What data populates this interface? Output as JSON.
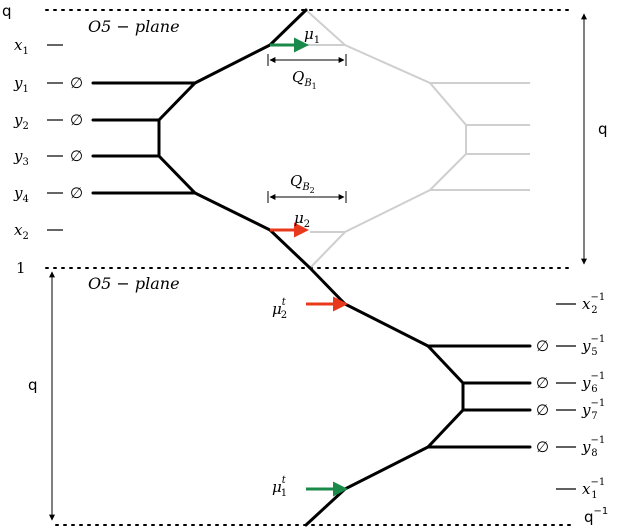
{
  "top_edge_label": "q",
  "bottom_edge_label": "q",
  "bottom_edge_sup": "−1",
  "middle_edge_label": "1",
  "plane_label_1": "O5 − plane",
  "plane_label_2": "O5 − plane",
  "left_labels": [
    {
      "var": "x",
      "sub": "1",
      "empty": ""
    },
    {
      "var": "y",
      "sub": "1",
      "empty": "∅"
    },
    {
      "var": "y",
      "sub": "2",
      "empty": "∅"
    },
    {
      "var": "y",
      "sub": "3",
      "empty": "∅"
    },
    {
      "var": "y",
      "sub": "4",
      "empty": "∅"
    },
    {
      "var": "x",
      "sub": "2",
      "empty": ""
    }
  ],
  "right_labels": [
    {
      "var": "x",
      "sub": "2",
      "sup": "−1",
      "empty": ""
    },
    {
      "var": "y",
      "sub": "5",
      "sup": "−1",
      "empty": "∅"
    },
    {
      "var": "y",
      "sub": "6",
      "sup": "−1",
      "empty": "∅"
    },
    {
      "var": "y",
      "sub": "7",
      "sup": "−1",
      "empty": "∅"
    },
    {
      "var": "y",
      "sub": "8",
      "sup": "−1",
      "empty": "∅"
    },
    {
      "var": "x",
      "sub": "1",
      "sup": "−1",
      "empty": ""
    }
  ],
  "mu1": {
    "var": "μ",
    "sub": "1"
  },
  "mu2": {
    "var": "μ",
    "sub": "2"
  },
  "mu2t": {
    "var": "μ",
    "sub": "2",
    "sup": "t"
  },
  "mu1t": {
    "var": "μ",
    "sub": "1",
    "sup": "t"
  },
  "qb1": {
    "var": "Q",
    "sub": "B",
    "subsub": "1"
  },
  "qb2": {
    "var": "Q",
    "sub": "B",
    "subsub": "2"
  },
  "right_scale_label": "q",
  "left_scale_label": "q",
  "colors": {
    "green": "#1a8a4a",
    "red": "#e8391d",
    "gray": "#cfcfcf",
    "line": "#000000"
  }
}
